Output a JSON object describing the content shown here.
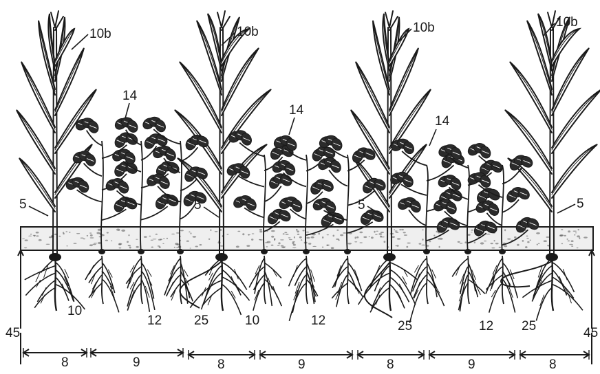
{
  "figure": {
    "corn_labels": [
      "10b",
      "10b",
      "10b",
      "10b"
    ],
    "legume_labels": [
      "14",
      "14",
      "14"
    ],
    "stem_marker_labels": [
      "5",
      "5",
      "5",
      "5"
    ],
    "root_labels": [
      "10",
      "12",
      "25",
      "10",
      "12",
      "25",
      "12",
      "25"
    ],
    "depth_labels": [
      "45",
      "45"
    ],
    "spacing_labels": [
      "8",
      "9",
      "8",
      "9",
      "8",
      "9",
      "8"
    ],
    "colors": {
      "ink": "#1a1a1a",
      "background": "#ffffff",
      "soil_layer": "#e8e8e8"
    },
    "structure": {
      "corn_rows": 4,
      "legume_groups": 3,
      "ground_band": "dotted soil/mulch layer",
      "dimension_arrows": 7
    }
  }
}
